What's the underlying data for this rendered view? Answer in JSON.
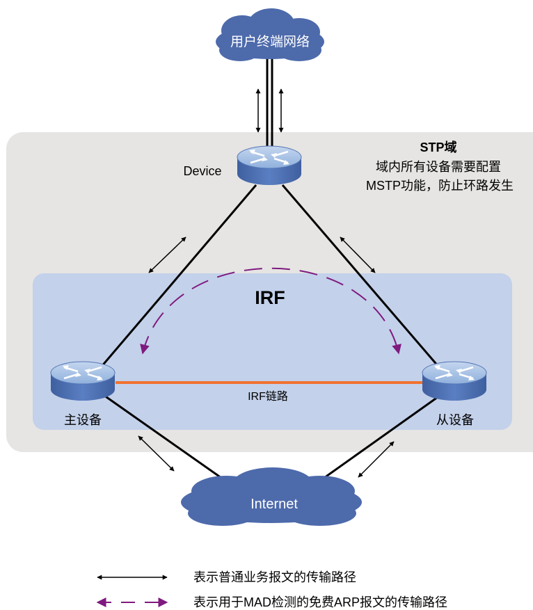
{
  "nodes": {
    "user_network": "用户终端网络",
    "device": "Device",
    "master": "主设备",
    "slave": "从设备",
    "internet": "Internet"
  },
  "regions": {
    "stp_title": "STP域",
    "stp_note_line1": "域内所有设备需要配置",
    "stp_note_line2": "MSTP功能，防止环路发生",
    "irf_title": "IRF"
  },
  "links": {
    "irf_link": "IRF链路"
  },
  "legend": {
    "normal_path": "表示普通业务报文的传输路径",
    "mad_path": "表示用于MAD检测的免费ARP报文的传输路径"
  },
  "colors": {
    "stp_region": "#e6e5e3",
    "irf_region": "#c3d1ea",
    "cloud": "#4d6aab",
    "switch_top": "#9fbbe0",
    "switch_body": "#4d6fb0",
    "irf_link": "#f07230",
    "mad_arrow": "#7f1a7f",
    "normal_arrow": "#000000"
  },
  "icons": {
    "switch": "switch-icon",
    "cloud": "cloud-icon"
  }
}
